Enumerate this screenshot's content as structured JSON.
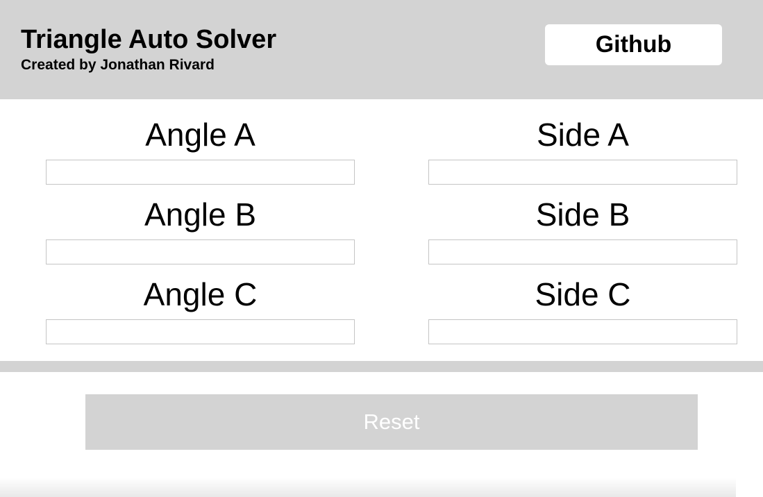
{
  "header": {
    "title": "Triangle Auto Solver",
    "subtitle": "Created by Jonathan Rivard",
    "github_label": "Github"
  },
  "fields": {
    "angle_a": {
      "label": "Angle A",
      "value": ""
    },
    "angle_b": {
      "label": "Angle B",
      "value": ""
    },
    "angle_c": {
      "label": "Angle C",
      "value": ""
    },
    "side_a": {
      "label": "Side A",
      "value": ""
    },
    "side_b": {
      "label": "Side B",
      "value": ""
    },
    "side_c": {
      "label": "Side C",
      "value": ""
    }
  },
  "actions": {
    "reset_label": "Reset"
  },
  "colors": {
    "header_bg": "#d3d3d3",
    "reset_bg": "#d3d3d3",
    "reset_text": "#ffffff",
    "input_border": "#c4c4c4"
  }
}
